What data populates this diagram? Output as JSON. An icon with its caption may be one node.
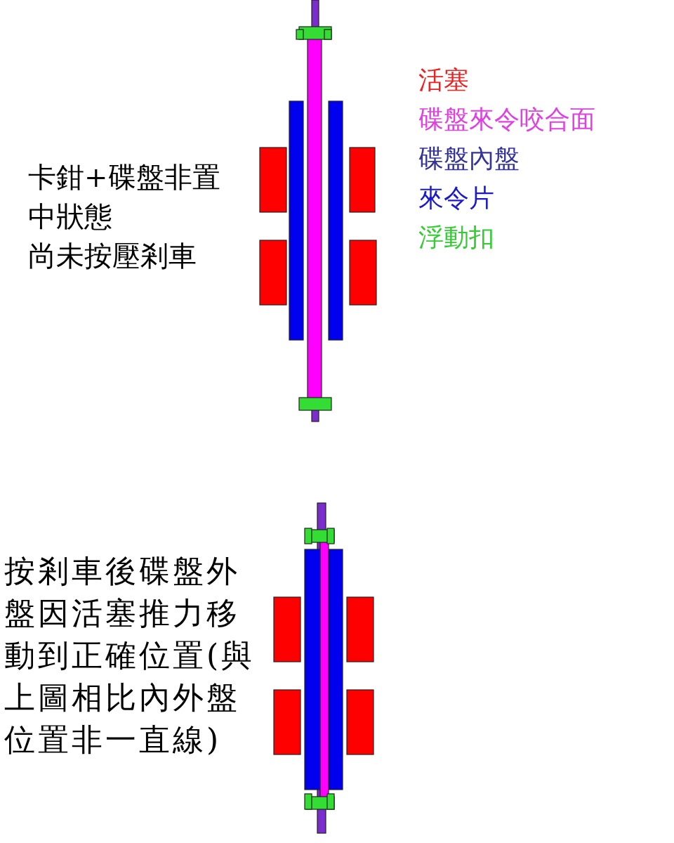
{
  "diagram": {
    "labels": [
      "卡鉗+碟盤非置中狀態",
      "尚未按壓剎車",
      "按剎車後碟盤外盤因活塞推力移動到正確位置(與上圖相比內外盤位置非一直線)"
    ],
    "legend": [
      {
        "text": "活塞",
        "color": "#ee2020"
      },
      {
        "text": "碟盤來令咬合面",
        "color": "#e040e0"
      },
      {
        "text": "碟盤內盤",
        "color": "#333399"
      },
      {
        "text": "來令片",
        "color": "#1a1acc"
      },
      {
        "text": "浮動扣",
        "color": "#33cc33"
      }
    ]
  }
}
